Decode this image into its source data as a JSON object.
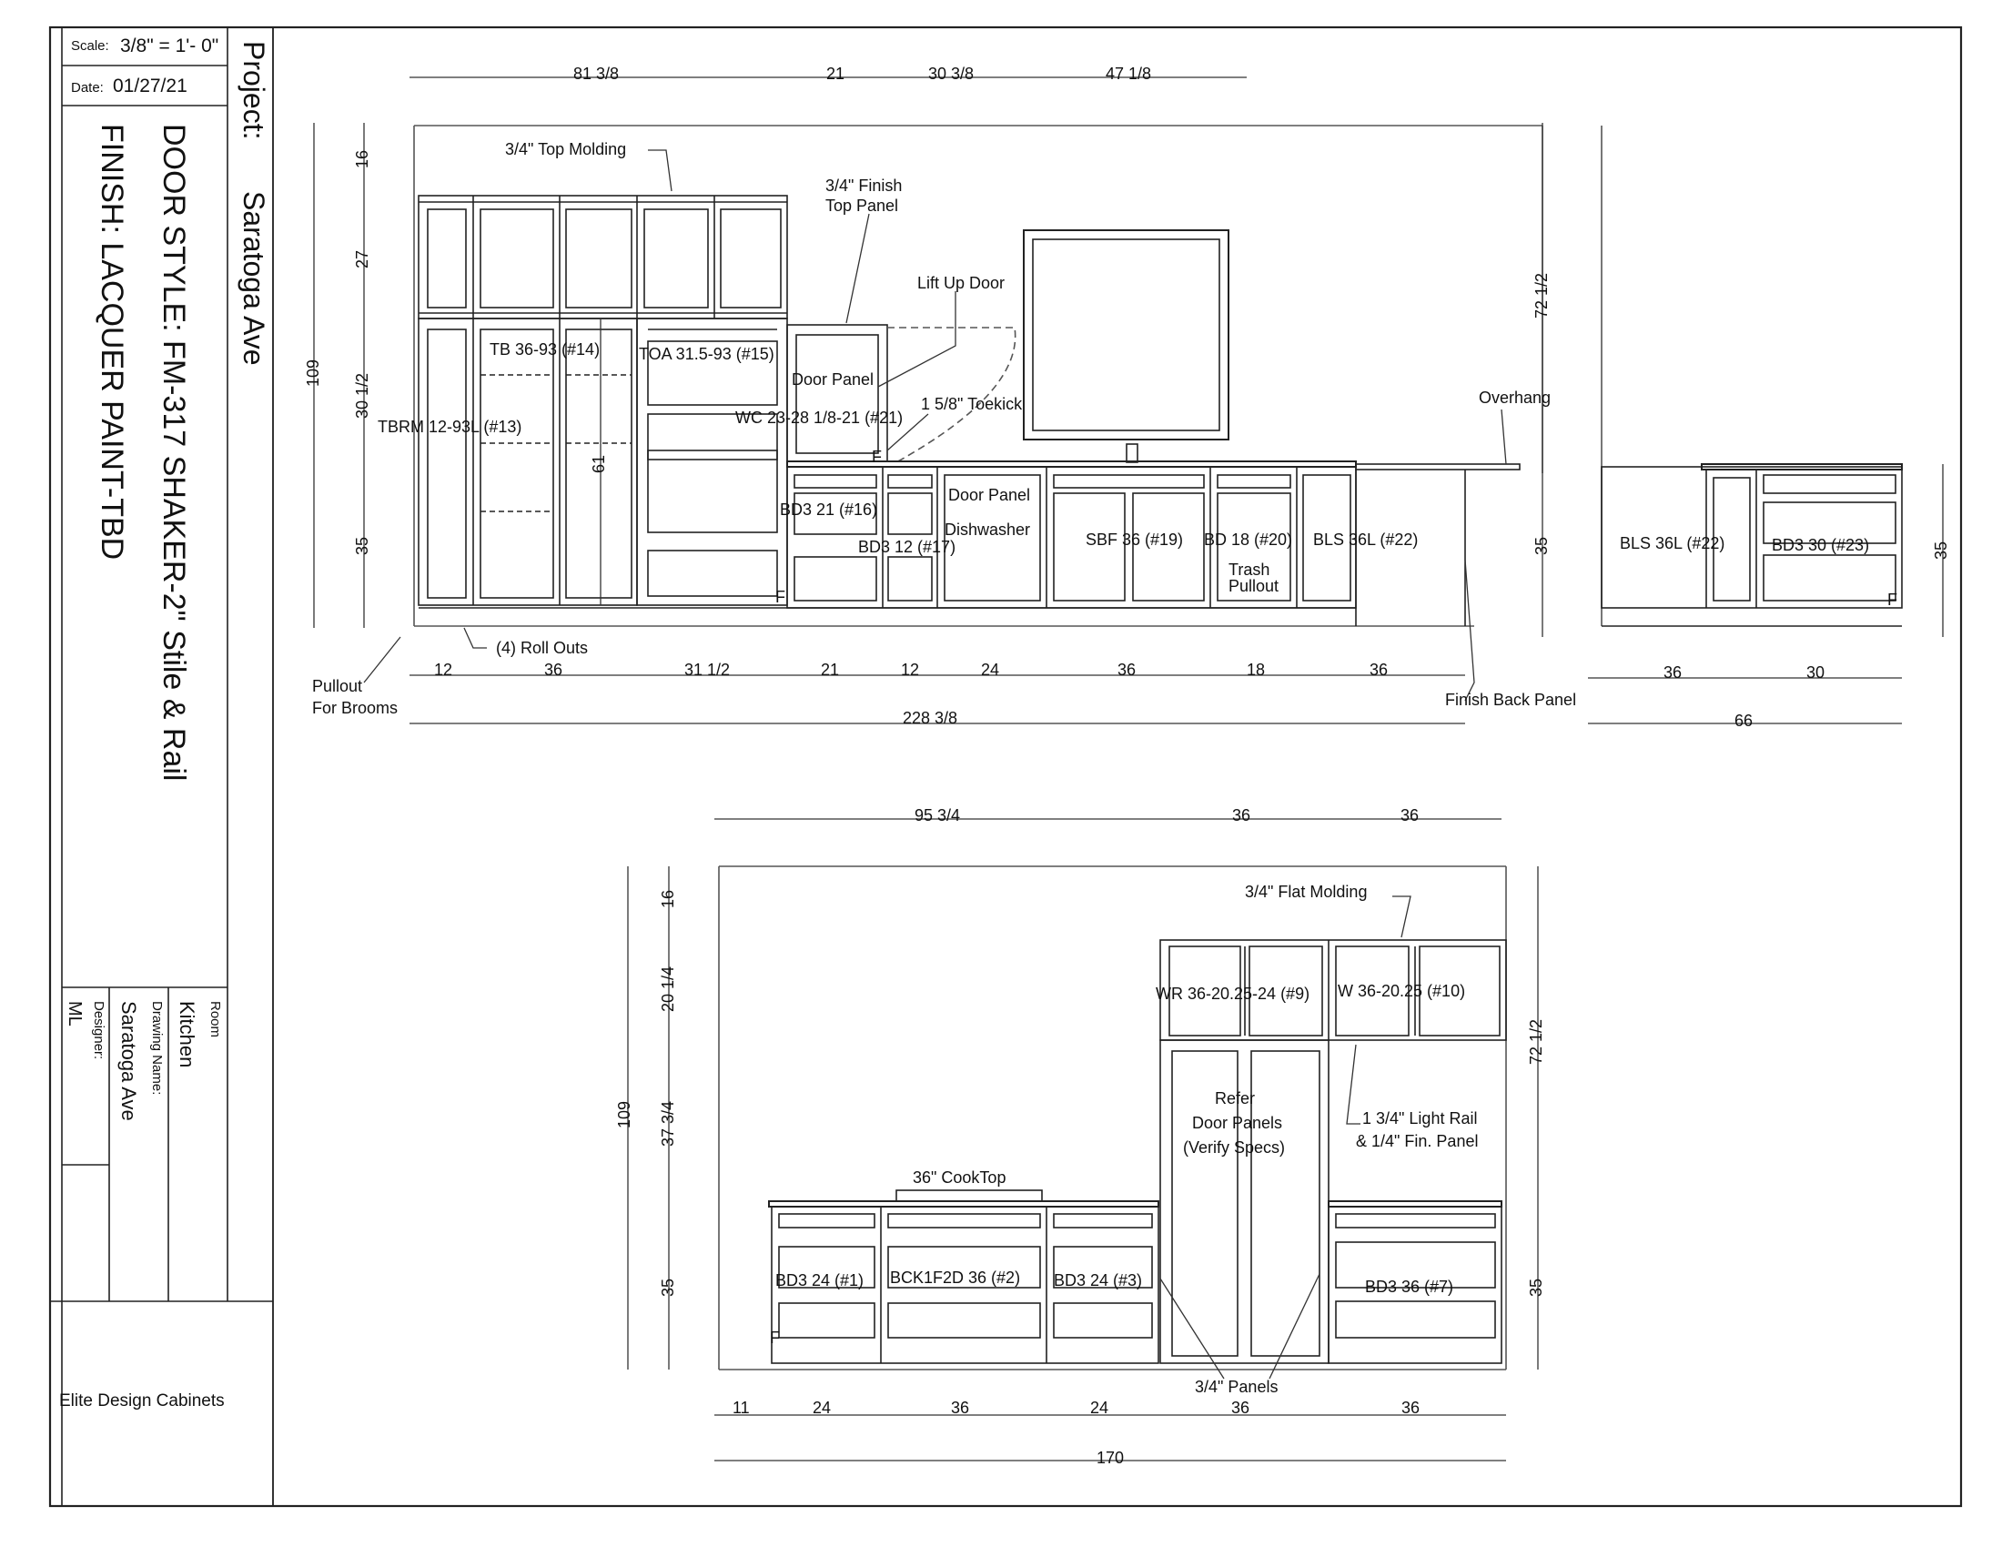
{
  "title_block": {
    "scale_label": "Scale:",
    "scale_value": "3/8\" = 1'- 0\"",
    "date_label": "Date:",
    "date_value": "01/27/21",
    "project_label": "Project:",
    "project_value": "Saratoga Ave",
    "door_style": "DOOR STYLE: FM-317 SHAKER-2\" Stile & Rail",
    "finish": "FINISH: LACQUER PAINT-TBD",
    "room_label": "Room",
    "room_value": "Kitchen",
    "drawing_name_label": "Drawing Name:",
    "drawing_name_value": "Saratoga Ave",
    "designer_label": "Designer:",
    "designer_value": "ML",
    "company": "Elite Design Cabinets"
  },
  "elevation_top": {
    "top_dims": [
      "81 3/8",
      "21",
      "30 3/8",
      "47 1/8"
    ],
    "left_dims": [
      "16",
      "27",
      "30 1/2",
      "35"
    ],
    "overall_height": "109",
    "tall_height": "61",
    "right_heights": [
      "72 1/2",
      "35"
    ],
    "bottom_dims": [
      "12",
      "36",
      "31 1/2",
      "21",
      "12",
      "24",
      "36",
      "18",
      "36"
    ],
    "overall_width": "228 3/8",
    "labels": {
      "top_molding": "3/4\" Top Molding",
      "finish_top_panel_1": "3/4\" Finish",
      "finish_top_panel_2": "Top Panel",
      "lift_up_door": "Lift Up Door",
      "tb": "TB 36-93 (#14)",
      "toa": "TOA 31.5-93 (#15)",
      "tbrm": "TBRM 12-93L (#13)",
      "door_panel": "Door Panel",
      "wc": "WC 23-28 1/8-21 (#21)",
      "toekick": "1 5/8\" Toekick",
      "overhang": "Overhang",
      "bd3_21": "BD3 21 (#16)",
      "bd3_12": "BD3 12 (#17)",
      "door_panel_dw": "Door Panel",
      "dishwasher": "Dishwasher",
      "sbf": "SBF 36 (#19)",
      "bd18": "BD 18 (#20)",
      "trash_1": "Trash",
      "trash_2": "Pullout",
      "bls": "BLS 36L (#22)",
      "roll_outs": "(4) Roll Outs",
      "pullout_1": "Pullout",
      "pullout_2": "For Brooms",
      "finish_back_panel": "Finish Back Panel",
      "f_mark": "F"
    }
  },
  "elevation_side": {
    "left_label": "BLS 36L (#22)",
    "right_label": "BD3 30 (#23)",
    "height": "35",
    "bottom_dims": [
      "36",
      "30"
    ],
    "overall_width": "66",
    "f_mark": "F"
  },
  "elevation_bottom": {
    "top_dims": [
      "95 3/4",
      "36",
      "36"
    ],
    "left_dims": [
      "16",
      "20 1/4",
      "37 3/4",
      "35"
    ],
    "overall_height": "109",
    "right_heights": [
      "72 1/2",
      "35"
    ],
    "bottom_dims": [
      "11",
      "24",
      "36",
      "24",
      "36",
      "36"
    ],
    "overall_width": "170",
    "labels": {
      "flat_molding": "3/4\" Flat Molding",
      "wr": "WR 36-20.25-24 (#9)",
      "w": "W 36-20.25 (#10)",
      "refer_1": "Refer",
      "refer_2": "Door Panels",
      "refer_3": "(Verify Specs)",
      "light_rail_1": "1 3/4\" Light Rail",
      "light_rail_2": "& 1/4\" Fin. Panel",
      "cooktop": "36\" CookTop",
      "bd3_24a": "BD3 24 (#1)",
      "bck": "BCK1F2D 36 (#2)",
      "bd3_24b": "BD3 24 (#3)",
      "bd3_36": "BD3 36 (#7)",
      "panels": "3/4\" Panels",
      "f_mark": "F"
    }
  }
}
